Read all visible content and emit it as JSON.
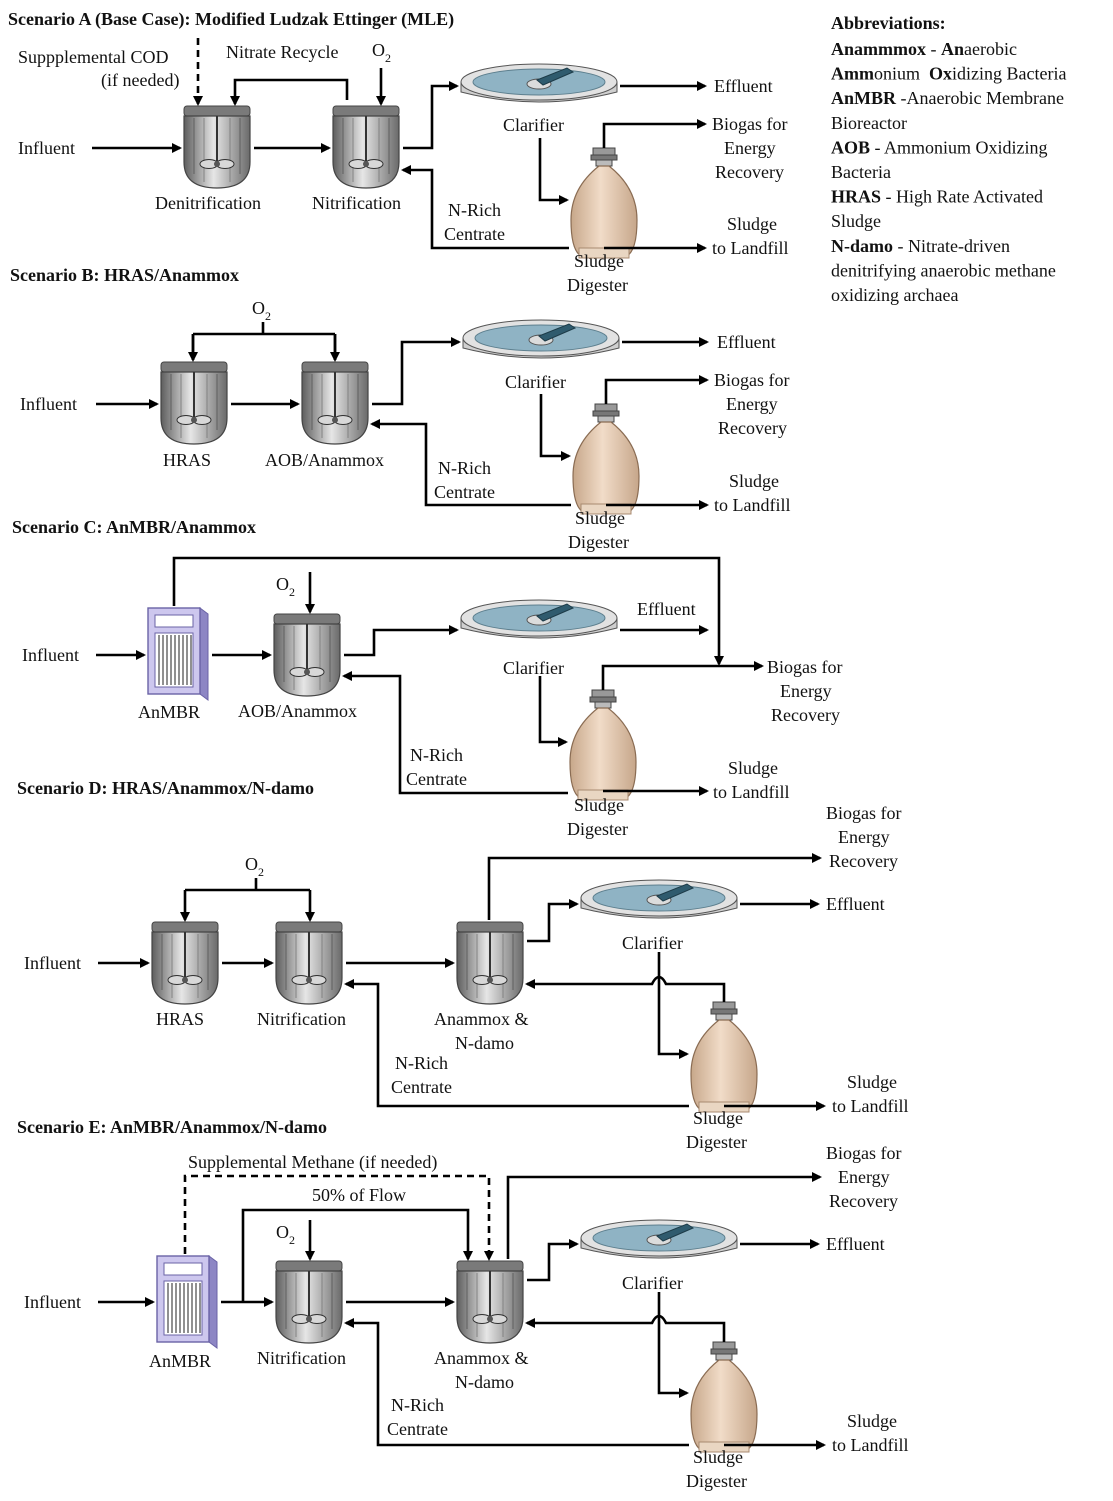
{
  "colors": {
    "tank_body": "#8f8f8f",
    "tank_light": "#e8e8e8",
    "clarifier_water": "#8fb3c4",
    "clarifier_rim": "#d9d9d9",
    "clarifier_arm": "#2f5b6e",
    "digester_body": "#e8cdb4",
    "digester_shadow": "#b8987c",
    "anmbr_frame": "#c9c3ea",
    "anmbr_edge": "#6a63a6"
  },
  "abbreviations": {
    "heading": "Abbreviations:",
    "lines": [
      {
        "bold": "Anammmox",
        "rest": " - ",
        "bold2": "An",
        "rest2": "aerobic"
      },
      {
        "bold": "Amm",
        "rest": "onium  ",
        "bold2": "Ox",
        "rest2": "idizing Bacteria"
      },
      {
        "bold": "AnMBR",
        "rest": " -Anaerobic Membrane",
        "bold2": "",
        "rest2": ""
      },
      {
        "bold": "",
        "rest": "Bioreactor",
        "bold2": "",
        "rest2": ""
      },
      {
        "bold": "AOB",
        "rest": " - Ammonium Oxidizing",
        "bold2": "",
        "rest2": ""
      },
      {
        "bold": "",
        "rest": "Bacteria",
        "bold2": "",
        "rest2": ""
      },
      {
        "bold": "HRAS",
        "rest": " - High Rate Activated",
        "bold2": "",
        "rest2": ""
      },
      {
        "bold": "",
        "rest": "Sludge",
        "bold2": "",
        "rest2": ""
      },
      {
        "bold": "N-damo",
        "rest": " - Nitrate-driven",
        "bold2": "",
        "rest2": ""
      },
      {
        "bold": "",
        "rest": "denitrifying anaerobic methane",
        "bold2": "",
        "rest2": ""
      },
      {
        "bold": "",
        "rest": "oxidizing archaea",
        "bold2": "",
        "rest2": ""
      }
    ]
  },
  "common": {
    "influent": "Influent",
    "effluent": "Effluent",
    "clarifier": "Clarifier",
    "biogas": [
      "Biogas for",
      "Energy",
      "Recovery"
    ],
    "sludge_landfill": [
      "Sludge",
      "to Landfill"
    ],
    "sludge_digester": [
      "Sludge",
      "Digester"
    ],
    "n_rich": [
      "N-Rich",
      "Centrate"
    ],
    "o2_main": "O",
    "o2_sub": "2"
  },
  "scenario_a": {
    "title": "Scenario A (Base Case): Modified Ludzak Ettinger (MLE)",
    "supplemental": [
      "Suppplemental COD",
      "(if needed)"
    ],
    "nitrate_recycle": "Nitrate Recycle",
    "denitrification": "Denitrification",
    "nitrification": "Nitrification"
  },
  "scenario_b": {
    "title": "Scenario B: HRAS/Anammox",
    "hras": "HRAS",
    "aob": "AOB/Anammox"
  },
  "scenario_c": {
    "title": "Scenario C: AnMBR/Anammox",
    "anmbr": "AnMBR",
    "aob": "AOB/Anammox"
  },
  "scenario_d": {
    "title": "Scenario D: HRAS/Anammox/N-damo",
    "hras": "HRAS",
    "nitrification": "Nitrification",
    "ndamo": [
      "Anammox &",
      "N-damo"
    ]
  },
  "scenario_e": {
    "title": "Scenario E: AnMBR/Anammox/N-damo",
    "supplemental_methane": "Supplemental Methane (if needed)",
    "half_flow": "50% of Flow",
    "anmbr": "AnMBR",
    "nitrification": "Nitrification",
    "ndamo": [
      "Anammox &",
      "N-damo"
    ]
  }
}
